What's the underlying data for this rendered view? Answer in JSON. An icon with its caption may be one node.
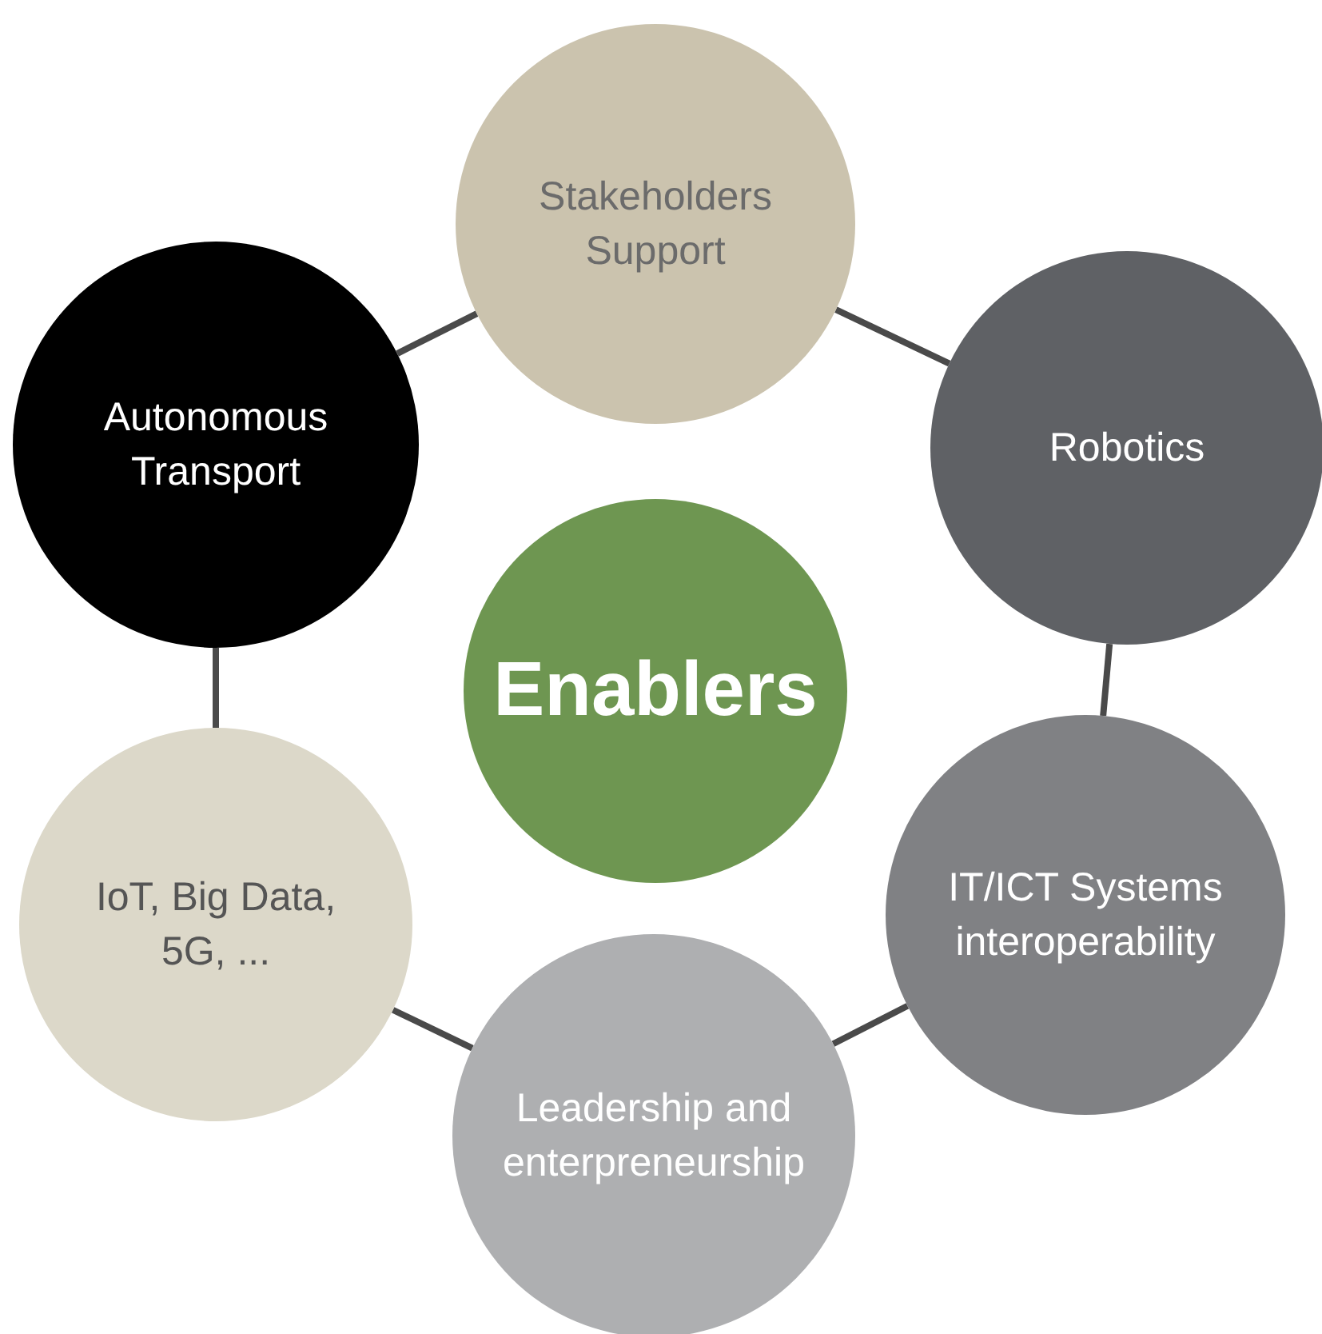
{
  "diagram": {
    "nodes": [
      {
        "text": [
          "Stakeholders Support"
        ]
      },
      {
        "text": [
          "Robotics"
        ]
      },
      {
        "text": [
          "IT/ICT Systems interoperability"
        ]
      },
      {
        "text": [
          "Leadership and enterpreneurship"
        ]
      },
      {
        "text": [
          "IoT, Big Data, 5G, ..."
        ]
      },
      {
        "text": [
          "Autonomous Transport"
        ]
      },
      {
        "text": [
          "Enablers"
        ]
      }
    ],
    "edges": [
      {
        "from": 0,
        "to": 1,
        "arrow": "none"
      },
      {
        "from": 1,
        "to": 2,
        "arrow": "none"
      },
      {
        "from": 2,
        "to": 3,
        "arrow": "none"
      },
      {
        "from": 3,
        "to": 4,
        "arrow": "none"
      },
      {
        "from": 4,
        "to": 5,
        "arrow": "none"
      },
      {
        "from": 5,
        "to": 0,
        "arrow": "none"
      }
    ]
  }
}
